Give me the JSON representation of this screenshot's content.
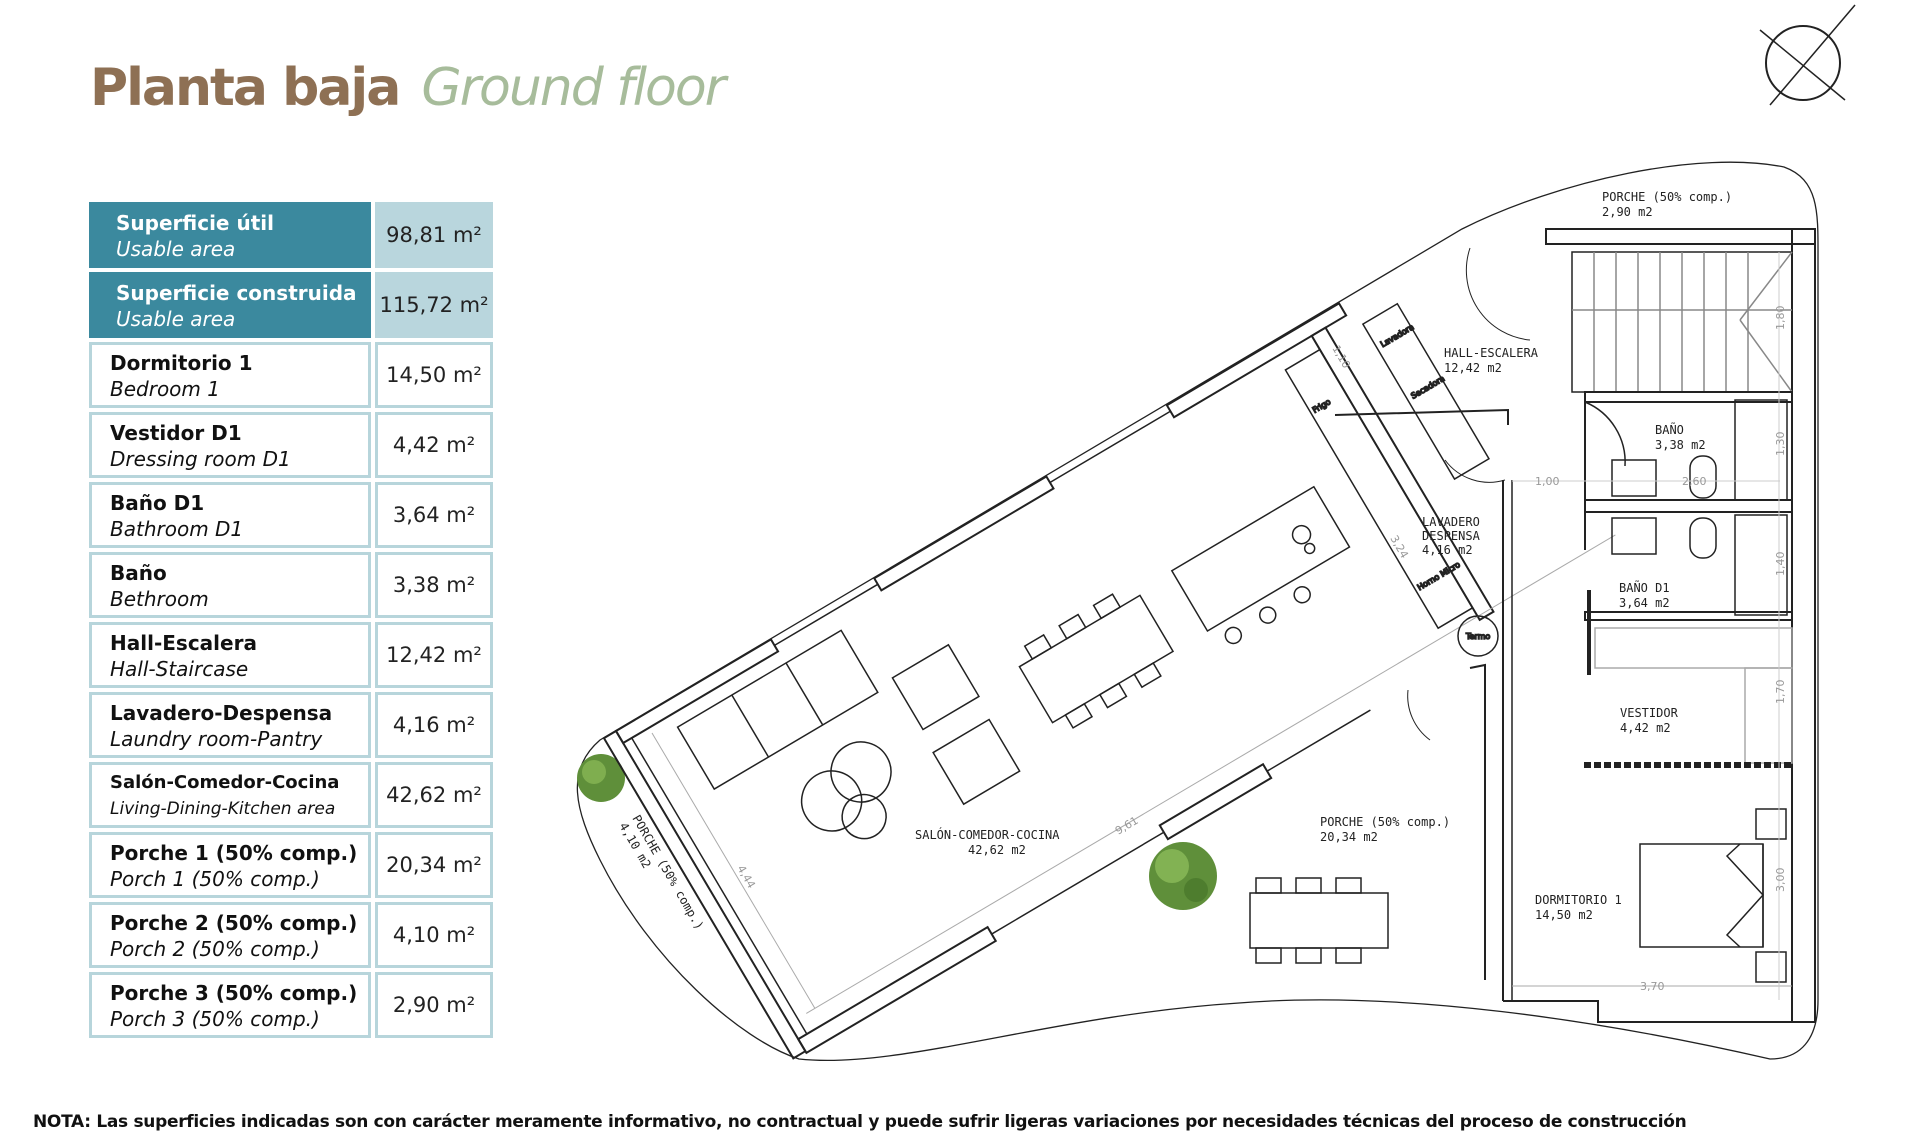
{
  "header": {
    "title_es": "Planta baja",
    "title_en": "Ground floor"
  },
  "table": {
    "rows": [
      {
        "es": "Superficie útil",
        "en": "Usable area",
        "value": "98,81 m²",
        "highlight": true
      },
      {
        "es": "Superficie construida",
        "en": "Usable area",
        "value": "115,72 m²",
        "highlight": true
      },
      {
        "es": "Dormitorio 1",
        "en": "Bedroom 1",
        "value": "14,50 m²"
      },
      {
        "es": "Vestidor D1",
        "en": "Dressing room D1",
        "value": "4,42 m²"
      },
      {
        "es": "Baño D1",
        "en": "Bathroom D1",
        "value": "3,64 m²"
      },
      {
        "es": "Baño",
        "en": "Bethroom",
        "value": "3,38 m²"
      },
      {
        "es": "Hall-Escalera",
        "en": "Hall-Staircase",
        "value": "12,42 m²"
      },
      {
        "es": "Lavadero-Despensa",
        "en": "Laundry room-Pantry",
        "value": "4,16 m²"
      },
      {
        "es": "Salón-Comedor-Cocina",
        "en": "Living-Dining-Kitchen area",
        "value": "42,62 m²"
      },
      {
        "es": "Porche 1 (50% comp.)",
        "en": "Porch 1 (50% comp.)",
        "value": "20,34 m²"
      },
      {
        "es": "Porche 2 (50% comp.)",
        "en": "Porch 2 (50% comp.)",
        "value": "4,10 m²"
      },
      {
        "es": "Porche 3 (50% comp.)",
        "en": "Porch 3 (50% comp.)",
        "value": "2,90 m²"
      }
    ],
    "colors": {
      "header_bg": "#3b899e",
      "value_bg": "#b9d6dd",
      "border": "#b7d5db"
    }
  },
  "plan": {
    "rooms": {
      "porche_top": {
        "name": "PORCHE (50% comp.)",
        "area": "2,90 m2"
      },
      "hall": {
        "name": "HALL-ESCALERA",
        "area": "12,42 m2"
      },
      "bano": {
        "name": "BAÑO",
        "area": "3,38 m2"
      },
      "lavadero": {
        "name1": "LAVADERO",
        "name2": "DESPENSA",
        "area": "4,16 m2"
      },
      "bano_d1": {
        "name": "BAÑO D1",
        "area": "3,64 m2"
      },
      "vestidor": {
        "name": "VESTIDOR",
        "area": "4,42 m2"
      },
      "dormitorio": {
        "name": "DORMITORIO 1",
        "area": "14,50 m2"
      },
      "salon": {
        "name": "SALÓN-COMEDOR-COCINA",
        "area": "42,62 m2"
      },
      "porche_main": {
        "name": "PORCHE (50% comp.)",
        "area": "20,34 m2"
      },
      "porche_side": {
        "name": "PORCHE (50% comp.)",
        "area": "4,10 m2"
      }
    },
    "dimensions": {
      "d110": "1,10",
      "d180": "1,80",
      "d130": "1,30",
      "d100": "1,00",
      "d260": "2,60",
      "d140": "1,40",
      "d324": "3,24",
      "d170": "1,70",
      "d300": "3,00",
      "d370": "3,70",
      "d961": "9,61",
      "d444": "4,44"
    },
    "appliances": {
      "frigo": "Frigo",
      "lavadora": "Lavadora",
      "secadora": "Secadora",
      "termo": "Termo",
      "horno": "Horno Micro"
    },
    "icons": [
      "compass-icon",
      "tree-icon"
    ]
  },
  "footer": {
    "note": "NOTA: Las superficies indicadas son con carácter meramente informativo, no contractual y puede sufrir ligeras variaciones por necesidades técnicas del proceso de construcción"
  }
}
